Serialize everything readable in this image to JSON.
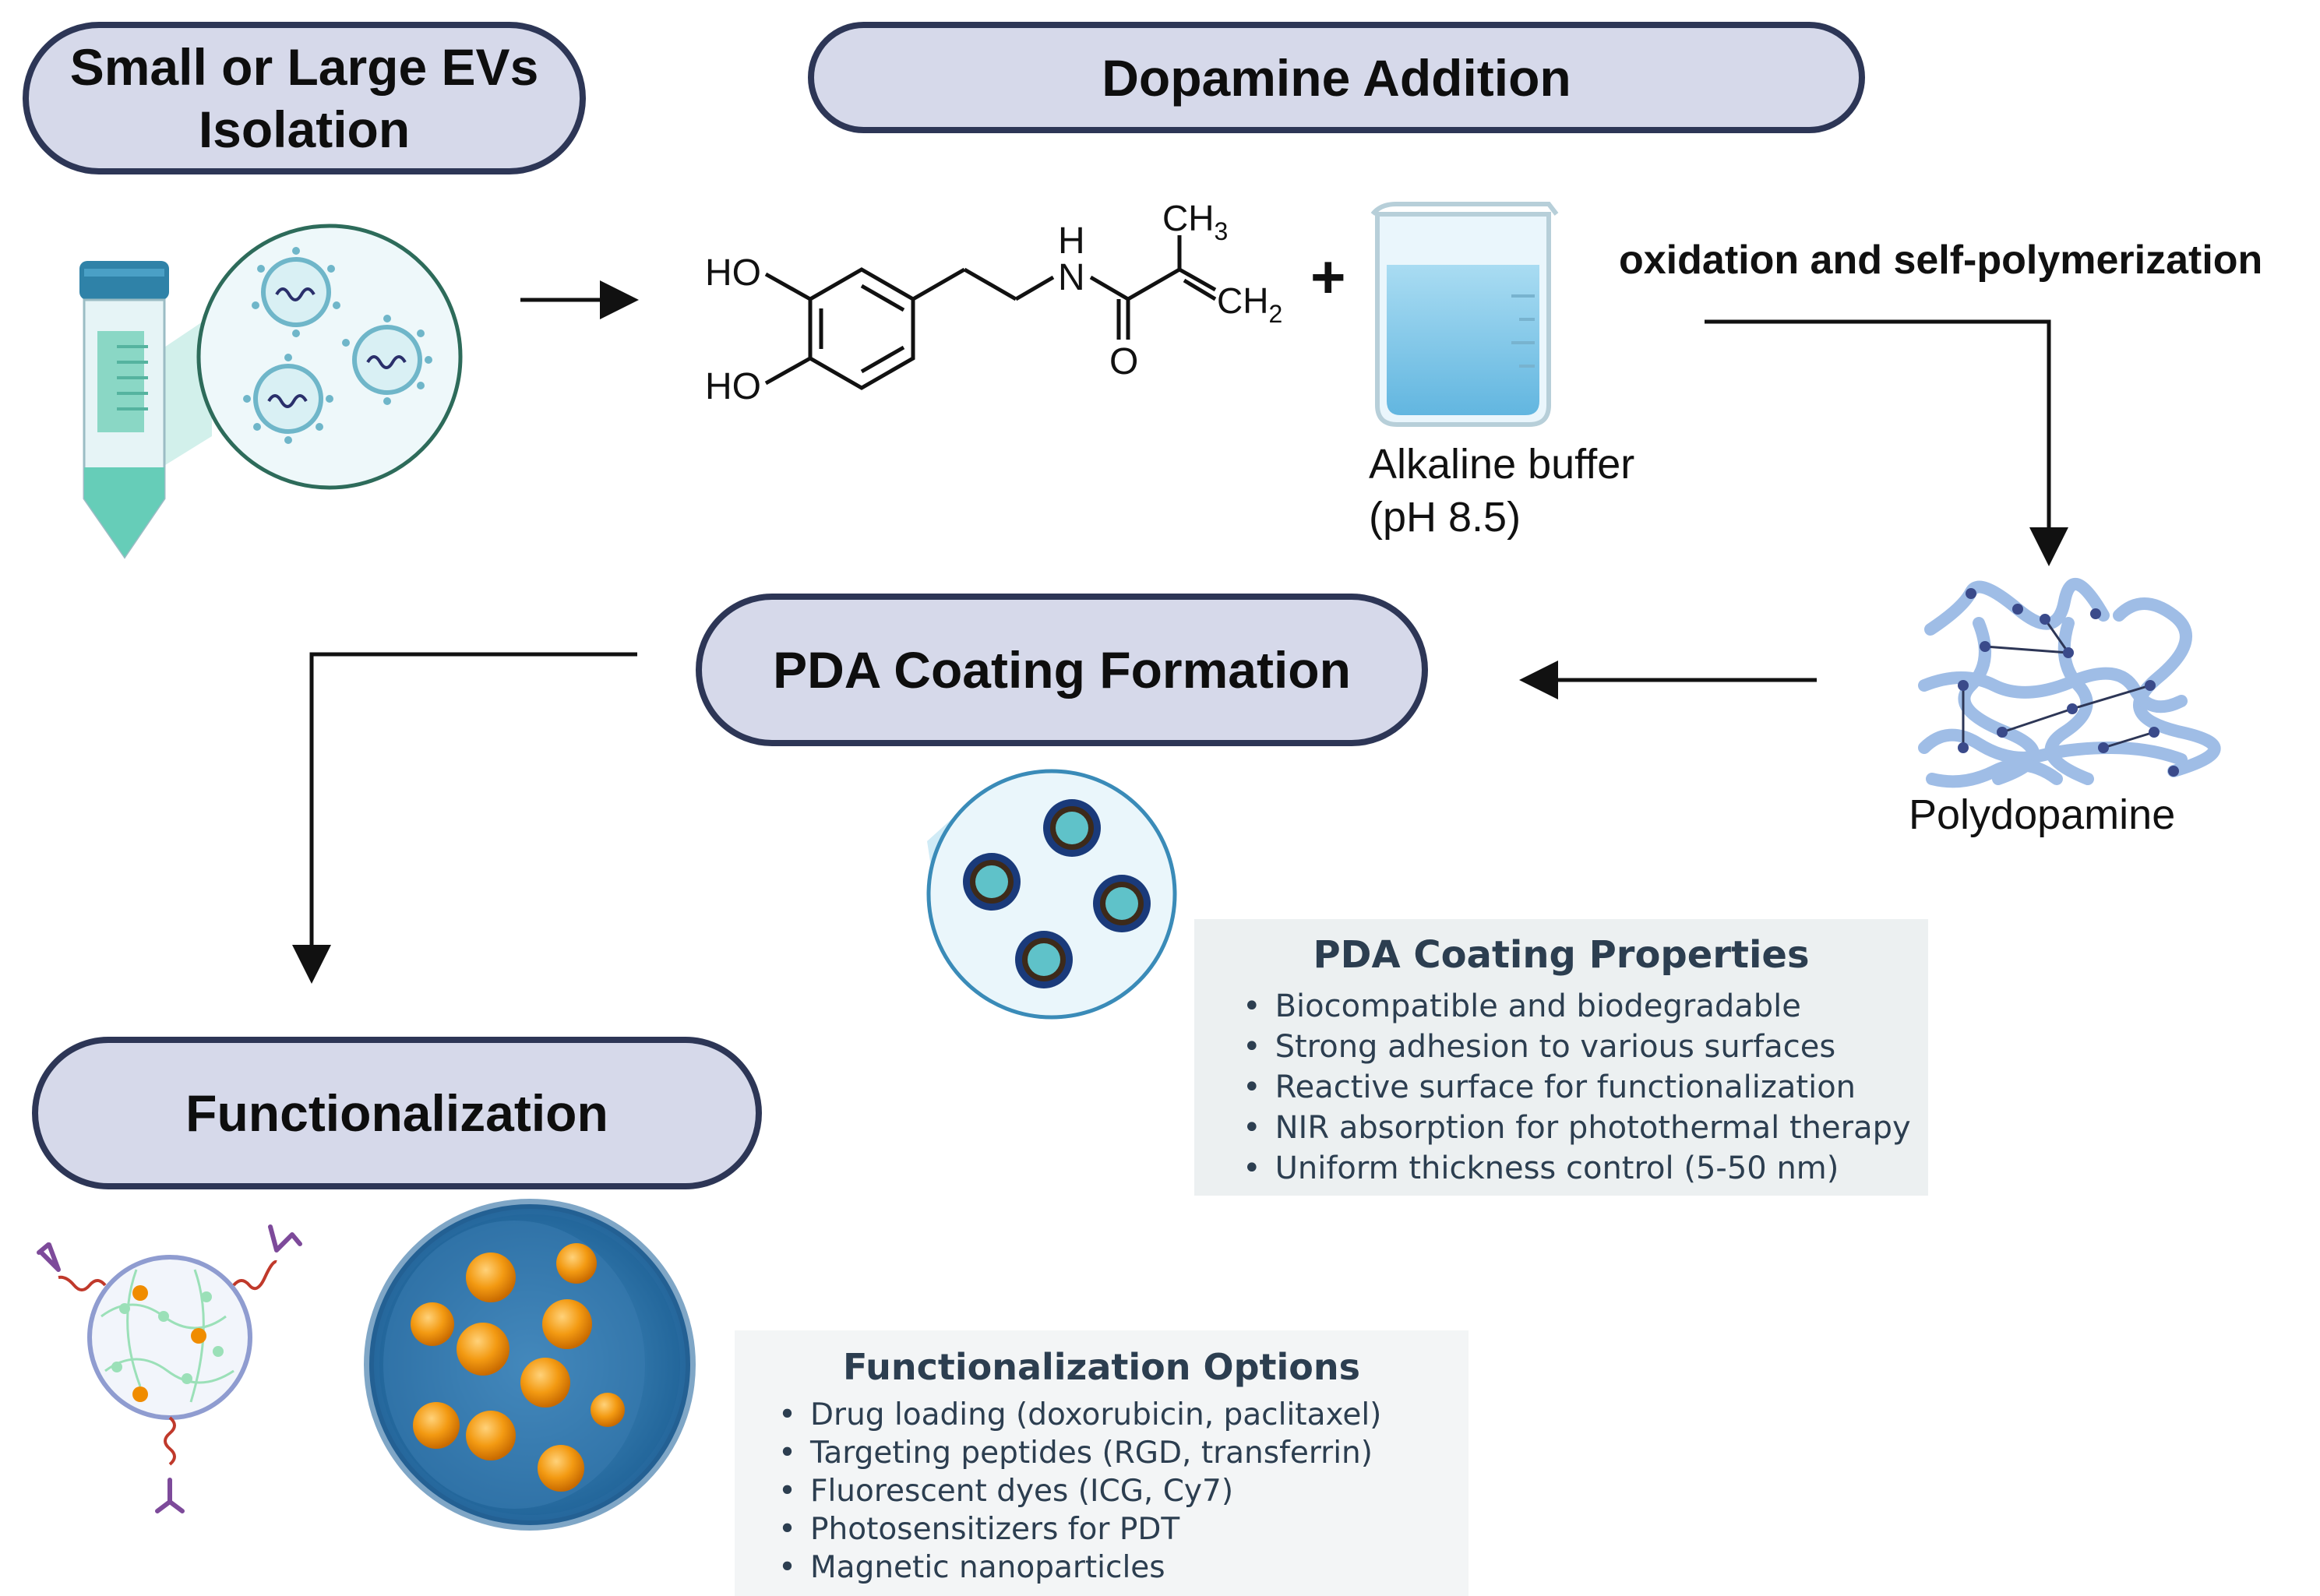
{
  "steps": {
    "isolation": {
      "line1": "Small or Large EVs",
      "line2": "Isolation"
    },
    "dopamine": {
      "title": "Dopamine Addition"
    },
    "pda": {
      "title": "PDA Coating Formation"
    },
    "functionalization": {
      "title": "Functionalization"
    }
  },
  "molecule": {
    "ho_top": "HO",
    "ho_bottom": "HO",
    "nh_h": "H",
    "nh_n": "N",
    "o": "O",
    "ch3": "CH",
    "ch3_sub": "3",
    "ch2": "CH",
    "ch2_sub": "2"
  },
  "plus": "+",
  "buffer": {
    "line1": "Alkaline buffer",
    "line2": "(pH 8.5)"
  },
  "oxidation_label": "oxidation and self-polymerization",
  "polydopamine_label": "Polydopamine",
  "pda_properties": {
    "title": "PDA Coating Properties",
    "items": [
      "Biocompatible and biodegradable",
      "Strong adhesion to various surfaces",
      "Reactive surface for functionalization",
      "NIR absorption for photothermal therapy",
      "Uniform thickness control (5-50 nm)"
    ]
  },
  "functionalization_options": {
    "title": "Functionalization Options",
    "items": [
      "Drug loading (doxorubicin, paclitaxel)",
      "Targeting peptides (RGD, transferrin)",
      "Fluorescent dyes (ICG, Cy7)",
      "Photosensitizers for PDT",
      "Magnetic nanoparticles"
    ]
  },
  "colors": {
    "pill_fill": "#d6d9ea",
    "pill_border": "#2d3656",
    "box_fill": "#ecf0f1",
    "box_text": "#2c3e50",
    "arrow": "#111111",
    "polymer": "#9fbde6",
    "ev_fill": "#e8f6f8",
    "nanoparticle": "#f08c00"
  }
}
